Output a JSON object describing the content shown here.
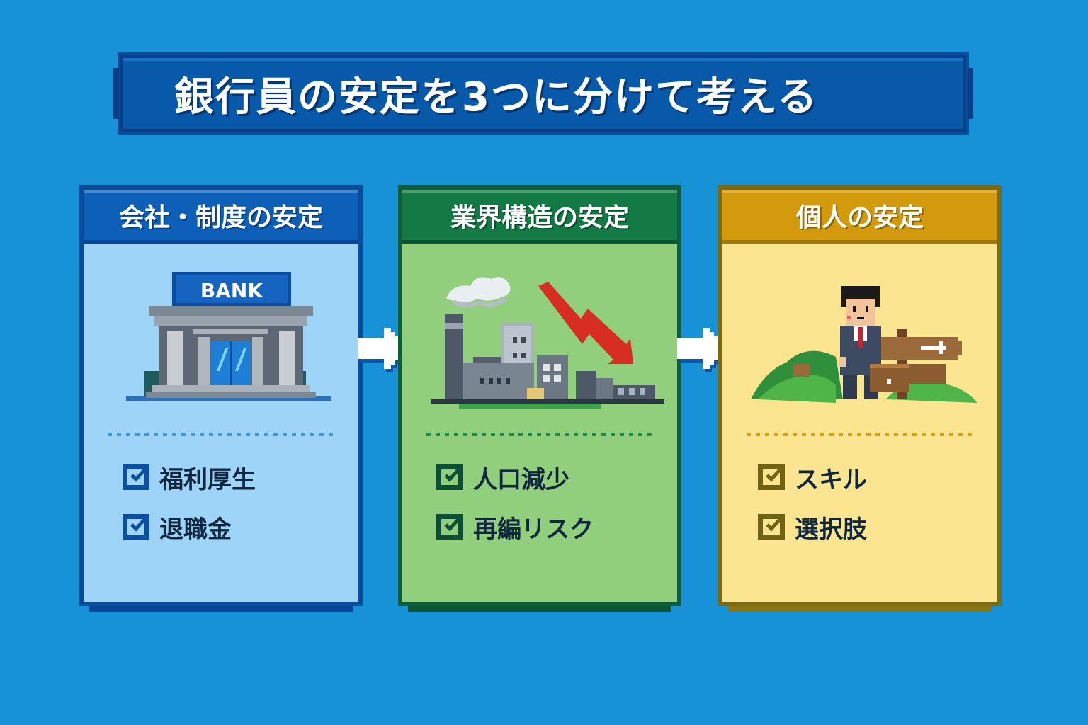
{
  "title": "銀行員の安定を3つに分けて考える",
  "colors": {
    "background": "#1792d6",
    "title_bg": "#0959ab",
    "panel1_accent": "#0e5fb7",
    "panel2_accent": "#137a46",
    "panel3_accent": "#d49a0d"
  },
  "panels": [
    {
      "heading": "会社・制度の安定",
      "illustration": "bank-building",
      "sign_text": "BANK",
      "items": [
        {
          "label": "福利厚生",
          "checked": true
        },
        {
          "label": "退職金",
          "checked": true
        }
      ]
    },
    {
      "heading": "業界構造の安定",
      "illustration": "factory-with-declining-arrow",
      "items": [
        {
          "label": "人口減少",
          "checked": true
        },
        {
          "label": "再編リスク",
          "checked": true
        }
      ]
    },
    {
      "heading": "個人の安定",
      "illustration": "businessman-with-signpost",
      "items": [
        {
          "label": "スキル",
          "checked": true
        },
        {
          "label": "選択肢",
          "checked": true
        }
      ]
    }
  ],
  "arrows": [
    "right-arrow",
    "right-arrow"
  ]
}
